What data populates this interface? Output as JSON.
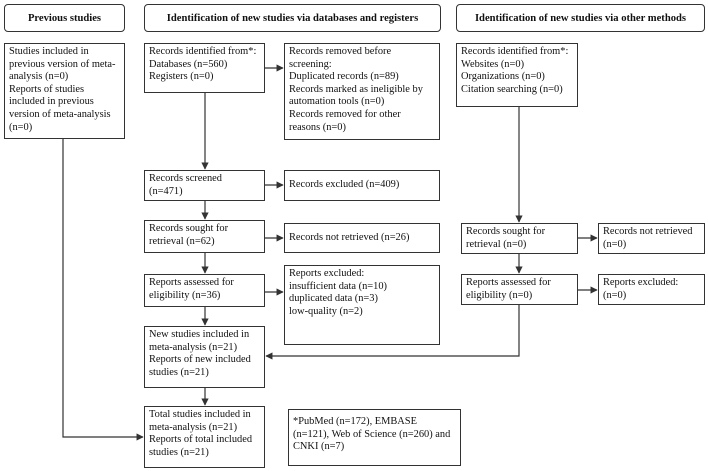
{
  "headers": {
    "previous": "Previous studies",
    "databases": "Identification of new studies via databases and registers",
    "other": "Identification of new studies via other methods"
  },
  "previous_included": "Studies included in\nprevious version of meta-\nanalysis (n=0)\nReports of studies\nincluded in previous\nversion of meta-analysis\n(n=0)",
  "db_identified": "Records identified from*:\nDatabases (n=560)\nRegisters (n=0)",
  "db_removed": "Records removed before\nscreening:\nDuplicated records (n=89)\nRecords marked as ineligible by\nautomation tools (n=0)\nRecords removed for other\nreasons (n=0)",
  "db_screened": "Records screened\n(n=471)",
  "db_excluded": "Records excluded (n=409)",
  "db_sought": "Records sought for\nretrieval (n=62)",
  "db_not_retrieved": "Records not retrieved (n=26)",
  "db_assessed": "Reports assessed for\neligibility (n=36)",
  "db_reports_excluded": "Reports excluded:\ninsufficient data (n=10)\nduplicated data (n=3)\nlow-quality (n=2)",
  "new_included": "New studies included in\nmeta-analysis (n=21)\nReports of new included\nstudies (n=21)",
  "total_included": "Total studies included in\nmeta-analysis (n=21)\nReports of total included\nstudies (n=21)",
  "footnote": "*PubMed (n=172), EMBASE\n(n=121), Web of Science (n=260) and\nCNKI (n=7)",
  "other_identified": "Records identified from*:\nWebsites (n=0)\nOrganizations (n=0)\nCitation searching (n=0)",
  "other_sought": "Records sought for\nretrieval (n=0)",
  "other_not_retrieved": "Records not retrieved\n(n=0)",
  "other_assessed": "Reports assessed for\neligibility (n=0)",
  "other_reports_excluded": "Reports excluded:\n (n=0)"
}
